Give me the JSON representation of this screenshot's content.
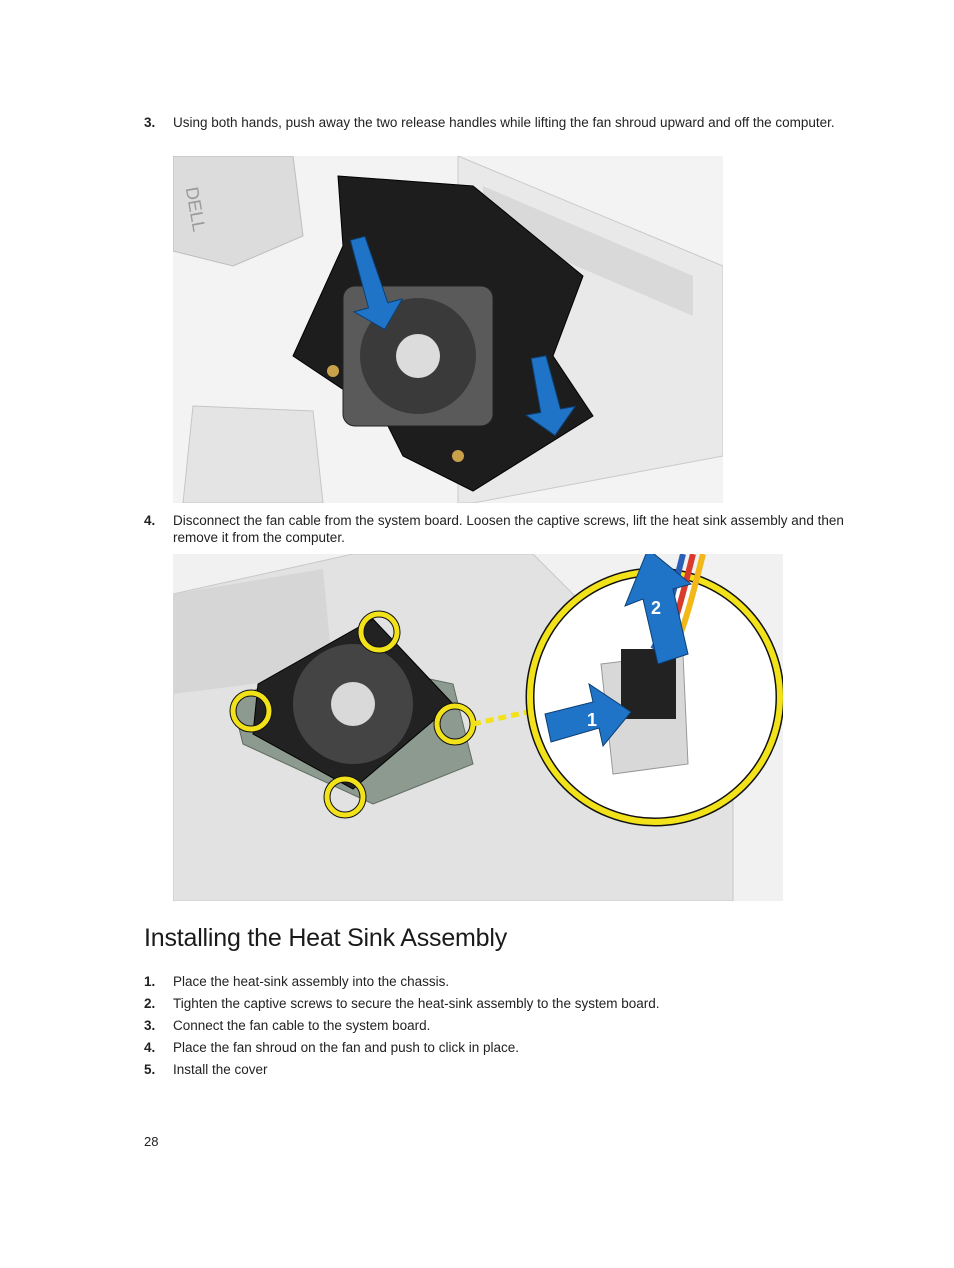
{
  "steps": [
    {
      "num": "3.",
      "text": "Using both hands, push away the two release handles while lifting the fan shroud upward and off the computer."
    },
    {
      "num": "4.",
      "text": "Disconnect the fan cable from the system board. Loosen the captive screws, lift the heat sink assembly and then remove it from the computer."
    }
  ],
  "figure1": {
    "label_text": "DELL",
    "arrow_color": "#1f74c7"
  },
  "figure2": {
    "callout_color": "#f2e21a",
    "arrow_color": "#1f74c7",
    "arrow1_label": "1",
    "arrow2_label": "2"
  },
  "section": {
    "title": "Installing the Heat Sink Assembly",
    "items": [
      {
        "num": "1.",
        "text": "Place the heat-sink assembly into the chassis."
      },
      {
        "num": "2.",
        "text": "Tighten the captive screws to secure the heat-sink assembly to the system board."
      },
      {
        "num": "3.",
        "text": "Connect the fan cable to the system board."
      },
      {
        "num": "4.",
        "text": "Place the fan shroud on the fan and push to click in place."
      },
      {
        "num": "5.",
        "text": "Install the cover"
      }
    ]
  },
  "page_number": "28"
}
